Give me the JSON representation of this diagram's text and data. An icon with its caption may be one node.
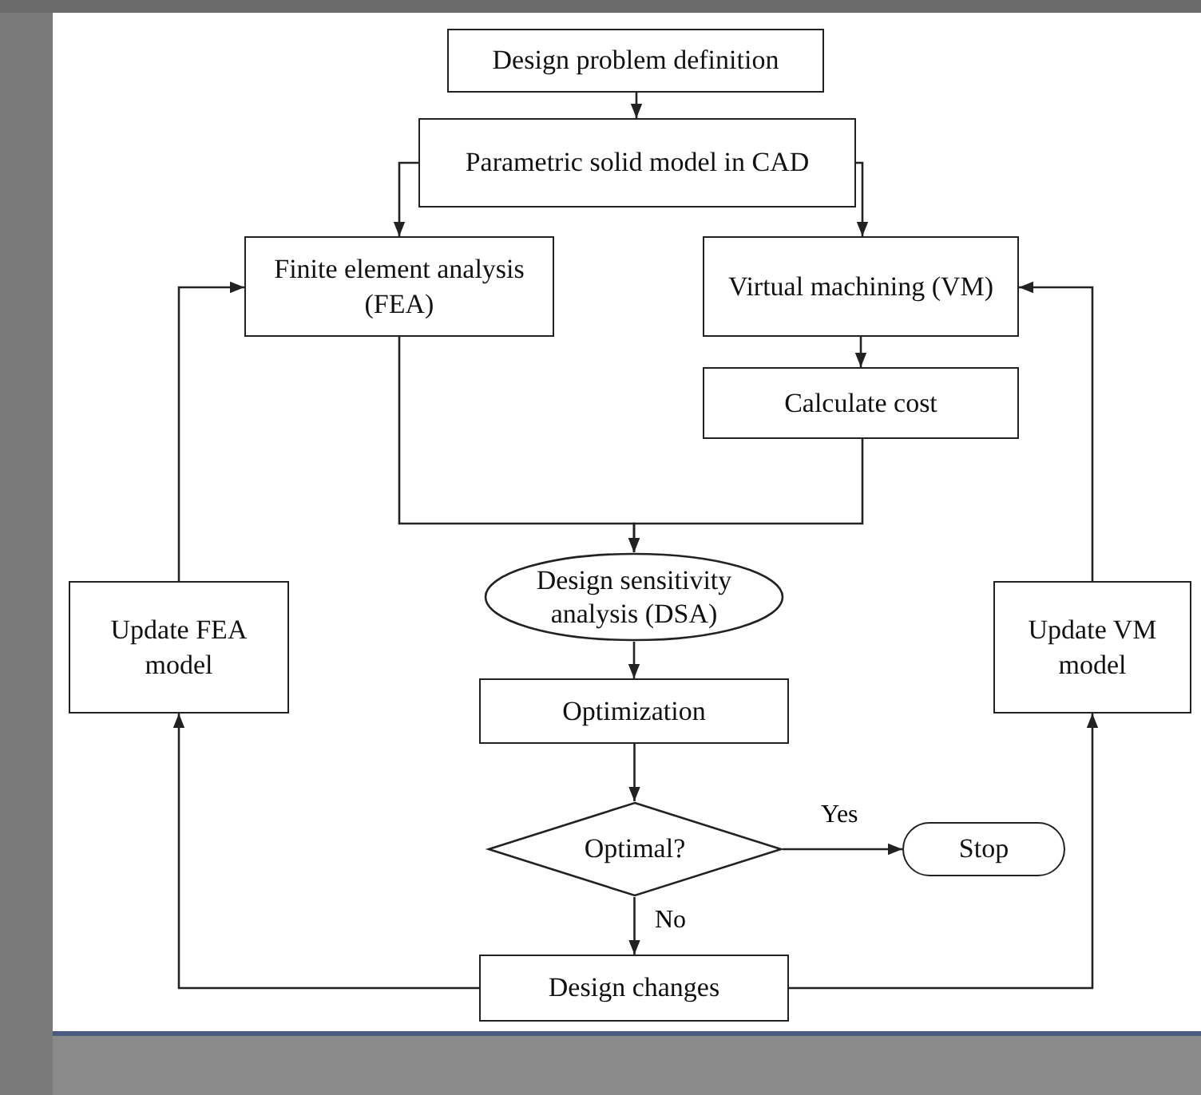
{
  "diagram": {
    "nodes": [
      {
        "text": [
          "Design problem definition"
        ]
      },
      {
        "text": [
          "Parametric solid model in CAD"
        ]
      },
      {
        "text": [
          "Finite element analysis (FEA)"
        ]
      },
      {
        "text": [
          "Virtual machining (VM)"
        ]
      },
      {
        "text": [
          "Calculate cost"
        ]
      },
      {
        "text": [
          "Design sensitivity analysis (DSA)"
        ]
      },
      {
        "text": [
          "Update FEA model"
        ]
      },
      {
        "text": [
          "Update VM model"
        ]
      },
      {
        "text": [
          "Optimization"
        ]
      },
      {
        "text": [
          "Optimal?"
        ]
      },
      {
        "text": [
          "Stop"
        ]
      },
      {
        "text": [
          "Design changes"
        ]
      }
    ],
    "edges": [
      {
        "from": 0,
        "to": 1,
        "arrow": "to"
      },
      {
        "from": 1,
        "to": 2,
        "arrow": "to"
      },
      {
        "from": 1,
        "to": 3,
        "arrow": "to"
      },
      {
        "from": 3,
        "to": 4,
        "arrow": "to"
      },
      {
        "from": 2,
        "to": 5,
        "arrow": "to"
      },
      {
        "from": 4,
        "to": 5,
        "arrow": "to"
      },
      {
        "from": 5,
        "to": 8,
        "arrow": "to"
      },
      {
        "from": 8,
        "to": 9,
        "arrow": "to"
      },
      {
        "from": 9,
        "to": 10,
        "arrow": "to",
        "label": "Yes"
      },
      {
        "from": 9,
        "to": 11,
        "arrow": "to",
        "label": "No"
      },
      {
        "from": 11,
        "to": 6,
        "arrow": "to"
      },
      {
        "from": 6,
        "to": 2,
        "arrow": "to"
      },
      {
        "from": 11,
        "to": 7,
        "arrow": "to"
      },
      {
        "from": 7,
        "to": 3,
        "arrow": "to"
      }
    ]
  }
}
